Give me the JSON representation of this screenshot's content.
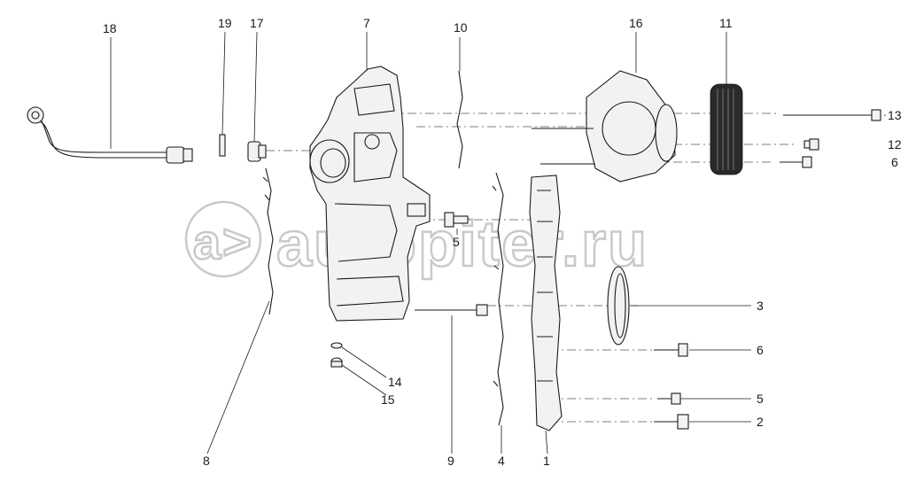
{
  "watermark": {
    "text": "autopiter.ru",
    "brand_color": "#c9c9c9"
  },
  "callouts": [
    "1",
    "2",
    "3",
    "4",
    "5",
    "6",
    "7",
    "8",
    "9",
    "10",
    "11",
    "12",
    "13",
    "14",
    "15",
    "16",
    "17",
    "18",
    "19",
    "5",
    "6"
  ]
}
